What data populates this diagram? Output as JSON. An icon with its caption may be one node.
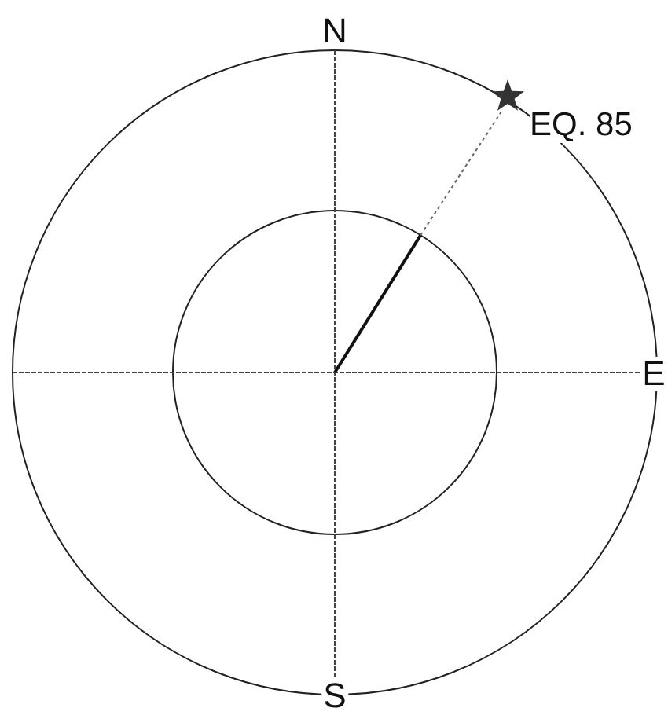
{
  "diagram": {
    "nodes": [
      {
        "text": [],
        "shape": "star",
        "beside": [
          "EQ. 85"
        ]
      }
    ],
    "labels": [
      "N",
      "E",
      "S"
    ]
  }
}
